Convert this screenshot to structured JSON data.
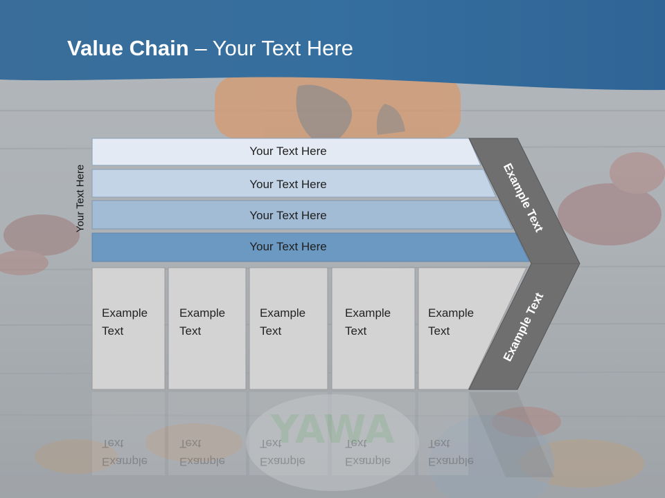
{
  "slide": {
    "title_bold": "Value Chain",
    "title_rest": " – Your Text Here"
  },
  "side_label": "Your Text Here",
  "bars": [
    {
      "label": "Your Text Here",
      "color": "#e3eaf3"
    },
    {
      "label": "Your Text Here",
      "color": "#c3d4e6"
    },
    {
      "label": "Your Text Here",
      "color": "#a3bcd6"
    },
    {
      "label": "Your Text Here",
      "color": "#6c99c1"
    }
  ],
  "boxes": [
    {
      "line1": "Example",
      "line2": "Text"
    },
    {
      "line1": "Example",
      "line2": "Text"
    },
    {
      "line1": "Example",
      "line2": "Text"
    },
    {
      "line1": "Example",
      "line2": "Text"
    },
    {
      "line1": "Example",
      "line2": "Text"
    }
  ],
  "chevron": {
    "upper_label": "Example Text",
    "lower_label": "Example Text",
    "color": "#6f6f6f"
  },
  "colors": {
    "header_blue": "#2f6a9c",
    "box_gray": "#d3d3d3"
  }
}
